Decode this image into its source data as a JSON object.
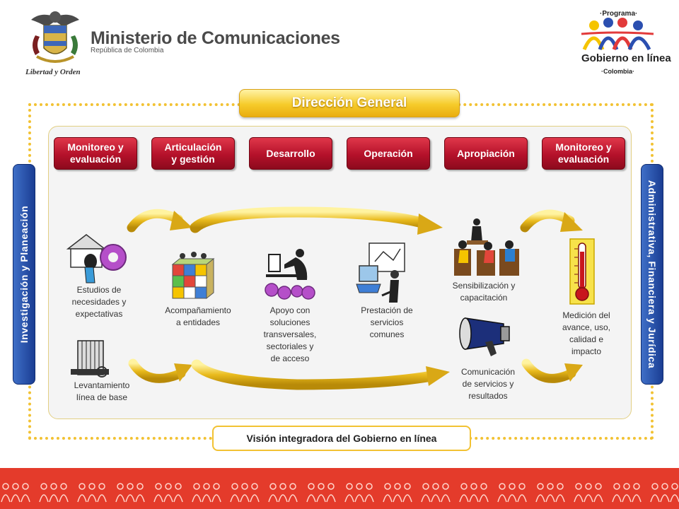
{
  "header": {
    "ministry_title": "Ministerio de Comunicaciones",
    "ministry_subtitle": "República de Colombia",
    "coat_of_arms_label": "Libertad y Orden",
    "program_top": "·Programa·",
    "program_name": "Gobierno en línea",
    "program_country": "·Colombia·"
  },
  "diagram": {
    "top_box": "Dirección General",
    "bottom_box": "Visión integradora del Gobierno en línea",
    "left_side": "Investigación y Planeación",
    "right_side": "Administrativa, Financiera y Jurídica",
    "stages": [
      {
        "line1": "Monitoreo y",
        "line2": "evaluación"
      },
      {
        "line1": "Articulación",
        "line2": "y gestión"
      },
      {
        "line1": "Desarrollo",
        "line2": ""
      },
      {
        "line1": "Operación",
        "line2": ""
      },
      {
        "line1": "Apropiación",
        "line2": ""
      },
      {
        "line1": "Monitoreo y",
        "line2": "evaluación"
      }
    ],
    "activities": {
      "estudios": [
        "Estudios de",
        "necesidades y",
        "expectativas"
      ],
      "levantamiento": [
        "Levantamiento",
        "línea de base"
      ],
      "acompanamiento": [
        "Acompañamiento",
        "a entidades"
      ],
      "apoyo": [
        "Apoyo con",
        "soluciones",
        "transversales,",
        "sectoriales y",
        "de acceso"
      ],
      "prestacion": [
        "Prestación de",
        "servicios",
        "comunes"
      ],
      "sensibilizacion": [
        "Sensibilización y",
        "capacitación"
      ],
      "comunicacion": [
        "Comunicación",
        "de servicios y",
        "resultados"
      ],
      "medicion": [
        "Medición del",
        "avance, uso,",
        "calidad e",
        "impacto"
      ]
    }
  },
  "colors": {
    "stage_red": "#b4112a",
    "gold": "#f2c233",
    "side_blue": "#1a3d93",
    "footer_red": "#e43b2b"
  },
  "icons": [
    "coat-of-arms-icon",
    "program-logo-icon",
    "house-gear-icon",
    "building-icon",
    "rubik-cube-icon",
    "computer-user-icon",
    "network-chart-icon",
    "classroom-icon",
    "megaphone-icon",
    "thermometer-icon"
  ]
}
